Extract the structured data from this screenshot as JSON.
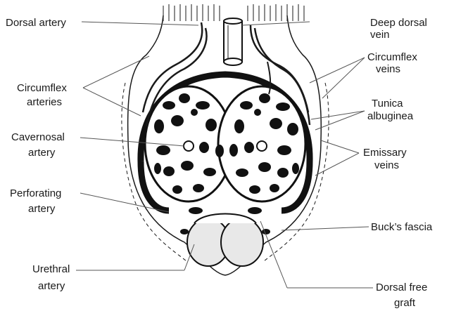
{
  "labels": {
    "dorsal_artery": "Dorsal artery",
    "deep_dorsal_vein": [
      "Deep dorsal",
      "vein"
    ],
    "circumflex_veins": [
      "Circumflex",
      "veins"
    ],
    "circumflex_arteries": [
      "Circumflex",
      "arteries"
    ],
    "tunica_albuginea": [
      "Tunica",
      "albuginea"
    ],
    "cavernosal_artery": [
      "Cavernosal",
      "artery"
    ],
    "emissary_veins": [
      "Emissary",
      "veins"
    ],
    "perforating_artery": [
      "Perforating",
      "artery"
    ],
    "bucks_fascia": "Buck’s fascia",
    "urethral_artery": [
      "Urethral",
      "artery"
    ],
    "dorsal_free_graft": [
      "Dorsal free",
      "graft"
    ]
  }
}
